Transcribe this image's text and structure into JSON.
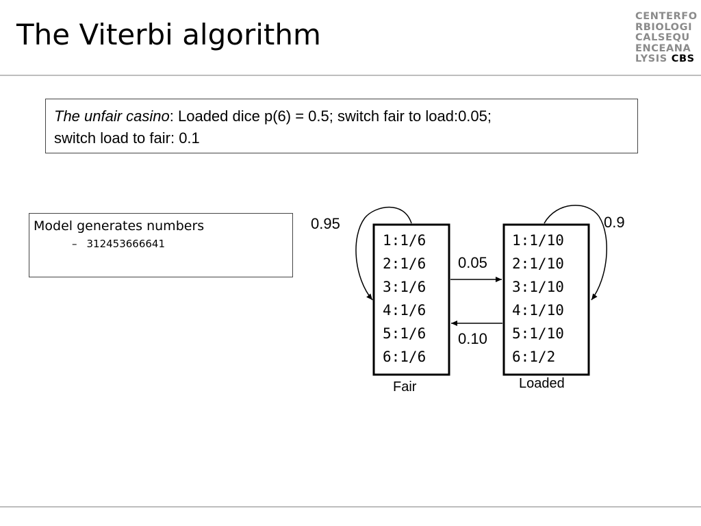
{
  "slide": {
    "title": "The Viterbi algorithm"
  },
  "logo": {
    "lines": [
      "CENTERFO",
      "RBIOLOGI",
      "CALSEQU",
      "ENCEANA",
      "LYSIS"
    ],
    "mark": "CBS"
  },
  "casino_box": {
    "italic_lead": "The unfair casino",
    "text_line1": ": Loaded dice p(6) = 0.5; switch fair to load:0.05;",
    "text_line2": "switch load to fair: 0.1"
  },
  "model_box": {
    "heading": "Model generates numbers",
    "bullet_dash": "–",
    "bullet_text": "312453666641"
  },
  "diagram": {
    "states": [
      {
        "name": "Fair",
        "emissions": [
          "1:1/6",
          "2:1/6",
          "3:1/6",
          "4:1/6",
          "5:1/6",
          "6:1/6"
        ],
        "self_transition": "0.95"
      },
      {
        "name": "Loaded",
        "emissions": [
          "1:1/10",
          "2:1/10",
          "3:1/10",
          "4:1/10",
          "5:1/10",
          "6:1/2"
        ],
        "self_transition": "0.9"
      }
    ],
    "transitions": {
      "fair_to_loaded": "0.05",
      "loaded_to_fair": "0.10"
    }
  }
}
